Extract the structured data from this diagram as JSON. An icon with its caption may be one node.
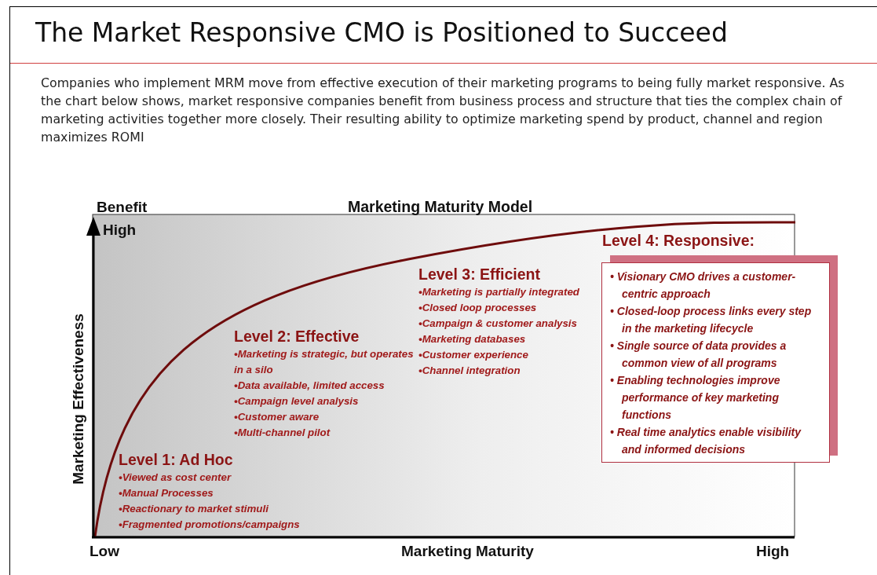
{
  "diagram": {
    "title": "The Market Responsive CMO is Positioned to Succeed",
    "nodes": [
      {
        "text": [
          "Level 4: Responsive:",
          "• Visionary CMO drives a customer-centric approach",
          "• Closed-loop process links every step in the marketing lifecycle",
          "• Single source of data provides a common view of all programs",
          "• Enabling technologies improve performance of key marketing functions",
          "• Real time analytics enable visibility and informed decisions"
        ]
      }
    ],
    "edges": [],
    "labels": [
      "Companies who implement MRM move from effective execution of their marketing programs to being fully market responsive. As the chart below shows, market responsive companies benefit from business process and structure that ties the complex chain of marketing activities together more closely. Their resulting ability to optimize marketing spend by product, channel and region maximizes ROMI",
      "Benefit",
      "Marketing Maturity Model",
      "High",
      "Marketing Effectiveness",
      "Level 3: Efficient",
      "•Marketing is partially integrated",
      "•Closed loop processes",
      "•Campaign & customer analysis",
      "•Marketing databases",
      "•Customer experience",
      "•Channel integration",
      "Level 2: Effective",
      "•Marketing is strategic, but operates in a silo",
      "•Data available, limited access",
      "•Campaign level analysis",
      "•Customer aware",
      "•Multi-channel pilot",
      "Level 1: Ad Hoc",
      "•Viewed as cost center",
      "•Manual Processes",
      "•Reactionary to market  stimuli",
      "•Fragmented promotions/campaigns",
      "Low",
      "Marketing Maturity",
      "High"
    ]
  }
}
